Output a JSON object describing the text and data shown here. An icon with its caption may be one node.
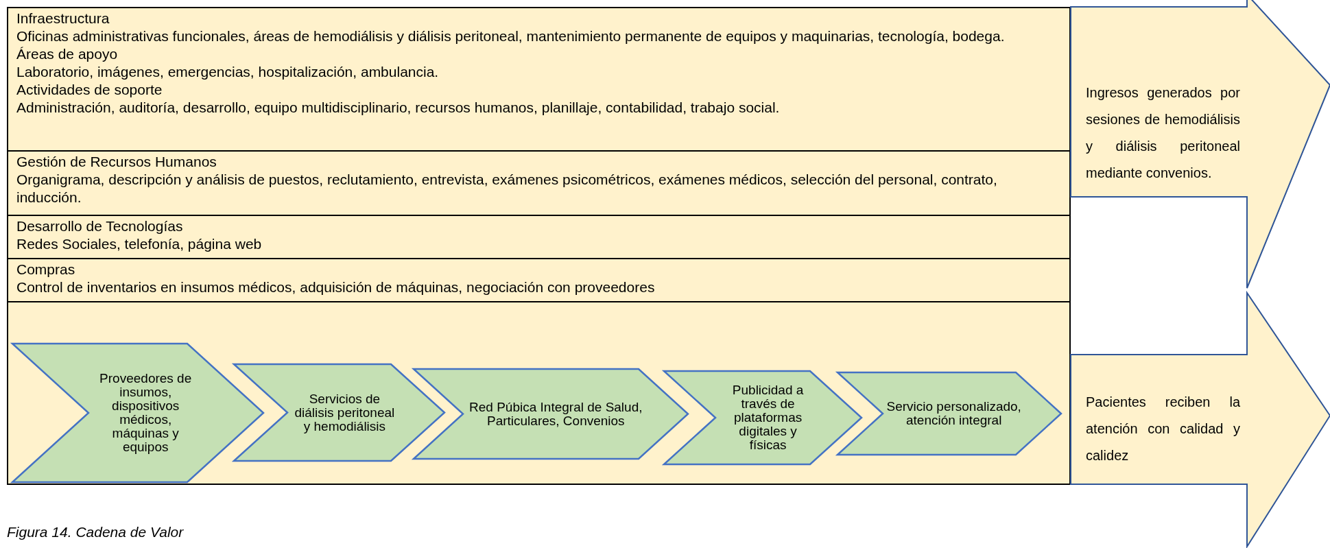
{
  "diagram": {
    "caption": "Figura 14. Cadena de Valor",
    "nodes": [
      {
        "text": [
          "Infraestructura",
          "Oficinas administrativas funcionales, áreas de hemodiálisis y diálisis peritoneal, mantenimiento permanente de equipos y maquinarias, tecnología, bodega.",
          "Áreas de apoyo",
          "Laboratorio, imágenes, emergencias, hospitalización, ambulancia.",
          "Actividades de soporte",
          "Administración, auditoría, desarrollo, equipo multidisciplinario, recursos humanos, planillaje, contabilidad, trabajo social."
        ]
      },
      {
        "text": [
          "Gestión de Recursos Humanos",
          "Organigrama, descripción y análisis de puestos, reclutamiento, entrevista, exámenes psicométricos, exámenes médicos, selección del personal, contrato, inducción."
        ]
      },
      {
        "text": [
          "Desarrollo de Tecnologías",
          "Redes Sociales, telefonía, página web"
        ]
      },
      {
        "text": [
          "Compras",
          "Control de inventarios en insumos médicos, adquisición de máquinas, negociación con proveedores"
        ]
      },
      {
        "text": [],
        "shape": "box"
      },
      {
        "text": [
          "Proveedores de insumos, dispositivos médicos, máquinas y equipos"
        ],
        "in": 4
      },
      {
        "text": [
          "Servicios de diálisis peritoneal y hemodiálisis"
        ],
        "in": 4
      },
      {
        "text": [
          "Red Púbica Integral de Salud, Particulares, Convenios"
        ],
        "in": 4
      },
      {
        "text": [
          "Publicidad a través de plataformas digitales y físicas"
        ],
        "in": 4
      },
      {
        "text": [
          "Servicio personalizado, atención integral"
        ],
        "in": 4
      },
      {
        "text": [
          "Ingresos generados por sesiones de hemodiálisis y diálisis peritoneal mediante convenios."
        ]
      },
      {
        "text": [
          "Pacientes reciben la atención con calidad y calidez"
        ]
      }
    ],
    "edges": []
  }
}
